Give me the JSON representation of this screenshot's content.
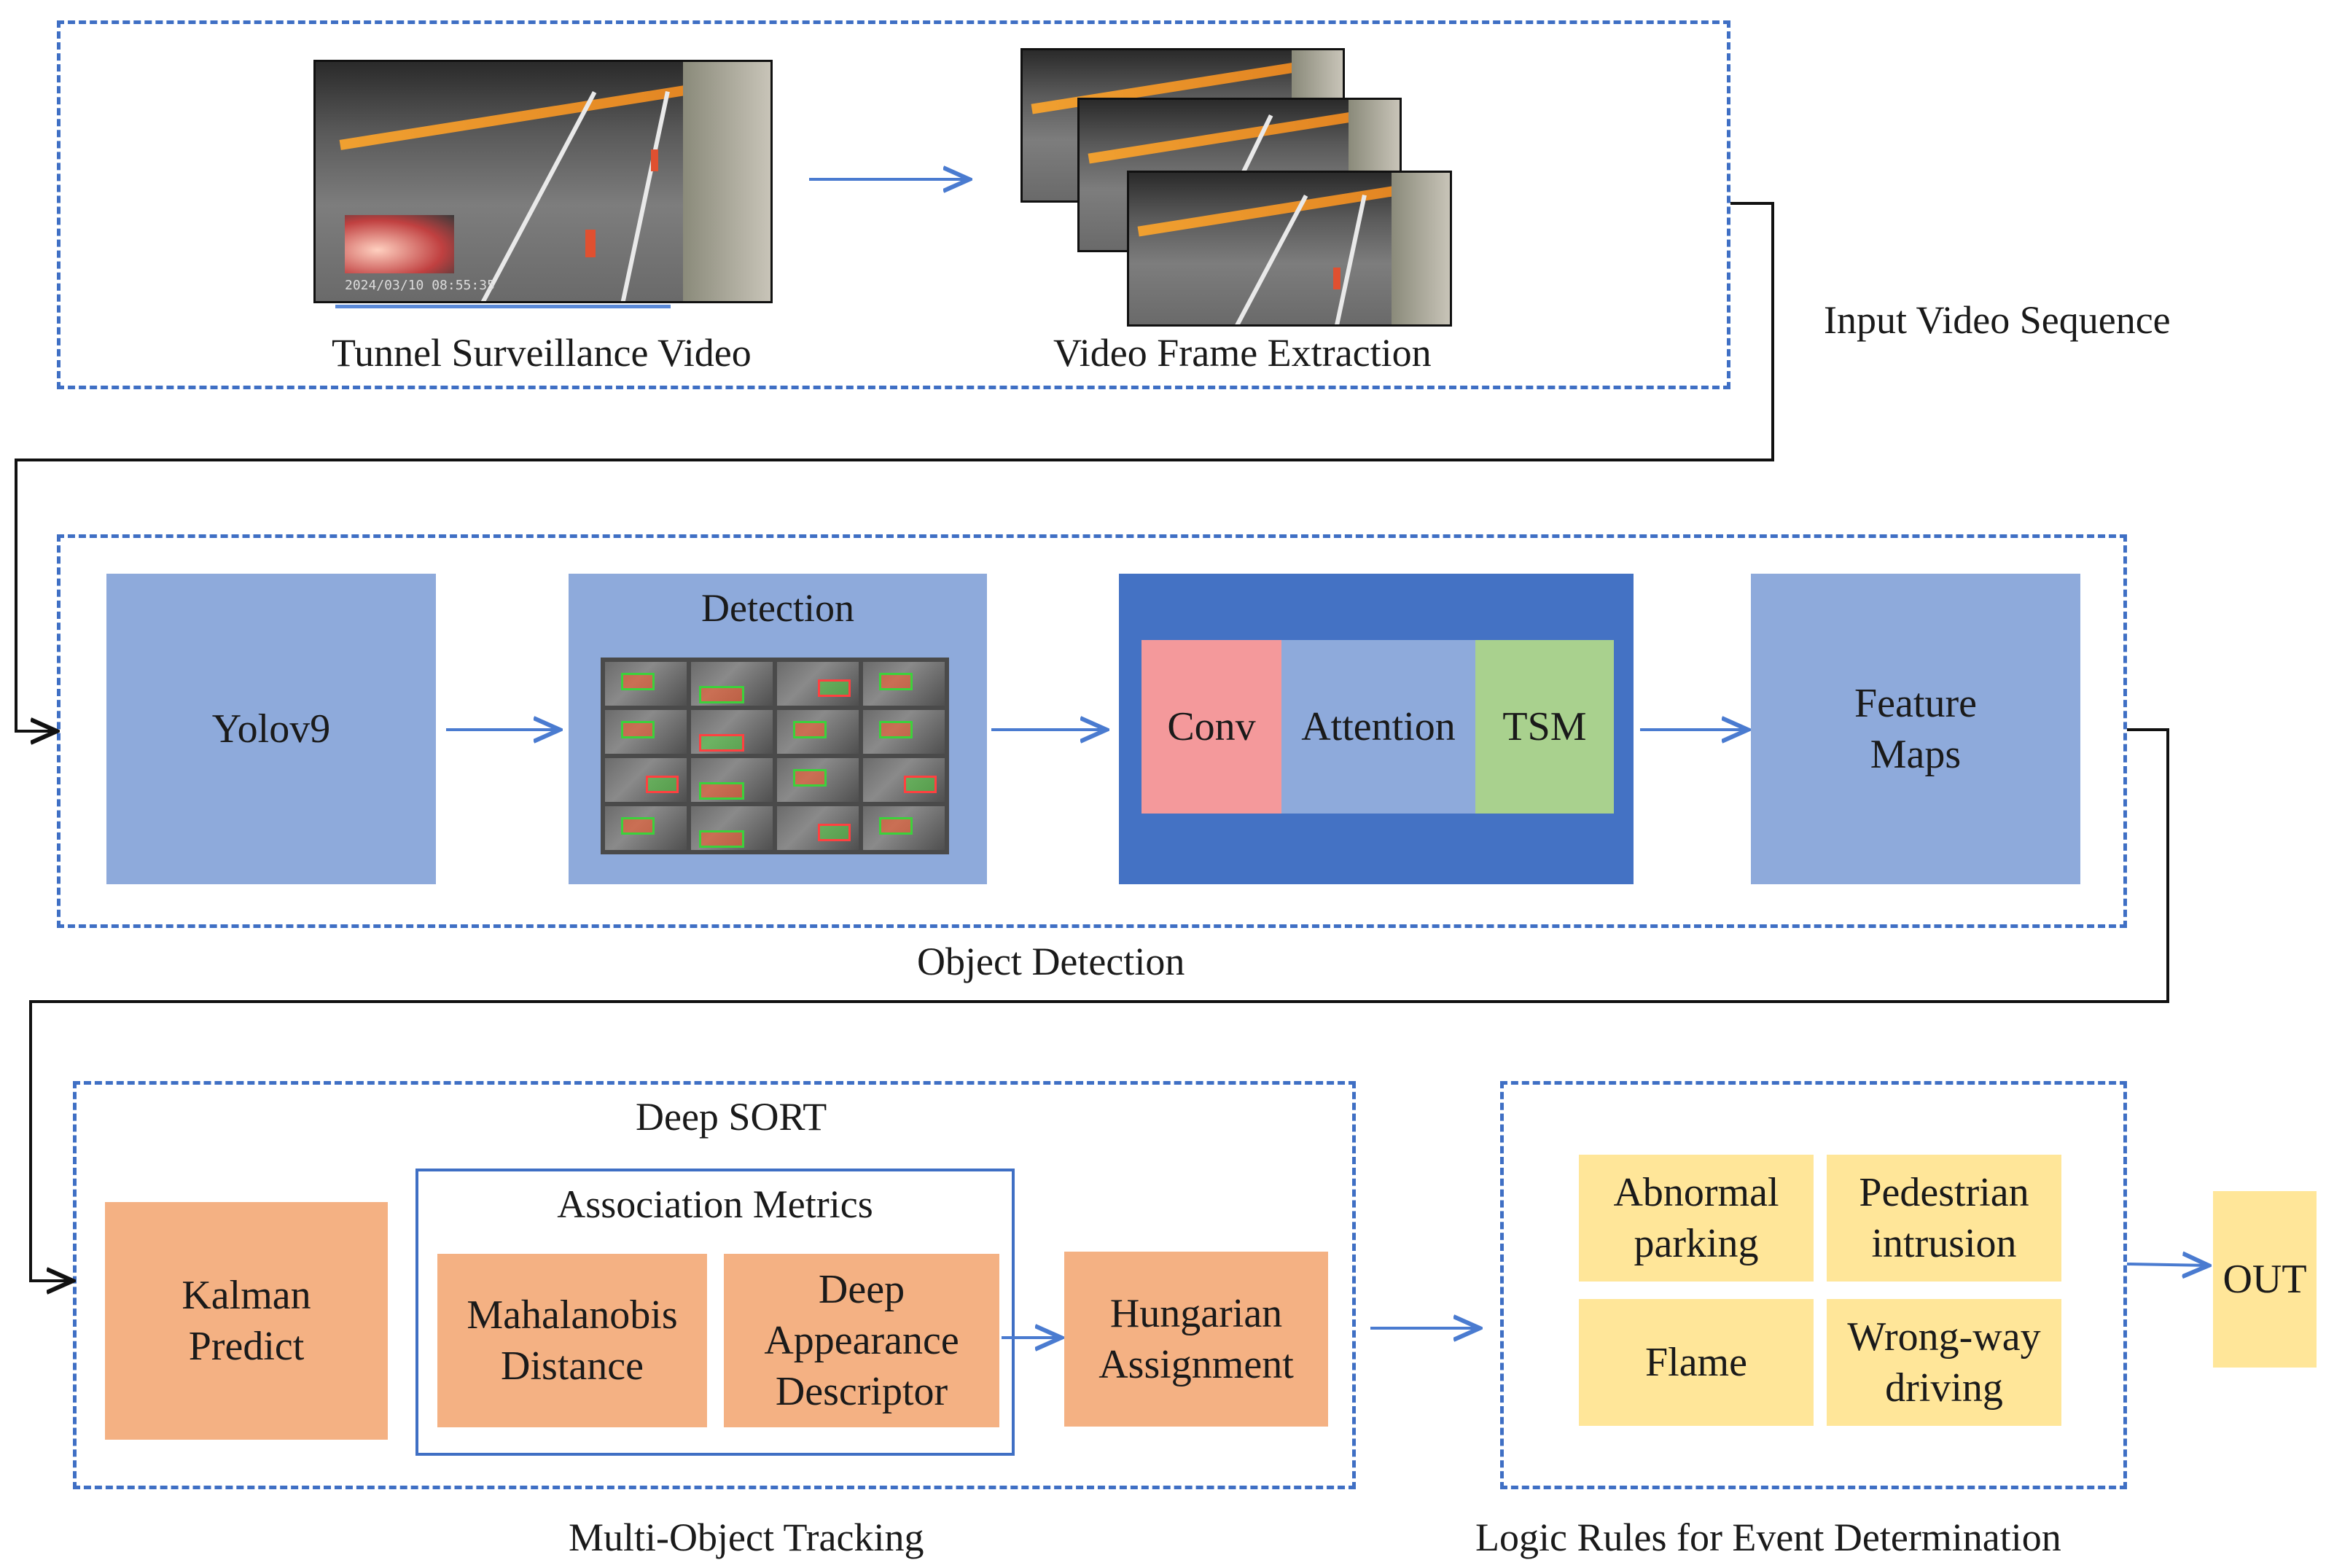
{
  "stage1": {
    "video_label": "Tunnel Surveillance Video",
    "frames_label": "Video Frame Extraction",
    "title": "Input Video Sequence",
    "timestamp": "2024/03/10 08:55:35"
  },
  "stage2": {
    "title": "Object Detection",
    "yolo": "Yolov9",
    "detection": "Detection",
    "conv": "Conv",
    "attention": "Attention",
    "tsm": "TSM",
    "feature_maps": "Feature\nMaps"
  },
  "stage3": {
    "title": "Multi-Object Tracking",
    "deep_sort": "Deep SORT",
    "kalman": "Kalman\nPredict",
    "association": "Association Metrics",
    "mahalanobis": "Mahalanobis\nDistance",
    "appearance": "Deep\nAppearance\nDescriptor",
    "hungarian": "Hungarian\nAssignment"
  },
  "stage4": {
    "title": "Logic Rules for Event Determination",
    "abnormal_parking": "Abnormal\nparking",
    "pedestrian_intrusion": "Pedestrian\nintrusion",
    "flame": "Flame",
    "wrong_way": "Wrong-way\ndriving",
    "out": "OUT"
  },
  "colors": {
    "dash": "#3f6fc4",
    "arrow": "#4a7bd0",
    "block_blue": "#8eaadb",
    "block_darkblue": "#4472c4",
    "conv": "#f4999b",
    "tsm": "#a9d18e",
    "tracking": "#f4b183",
    "events": "#ffe699"
  }
}
